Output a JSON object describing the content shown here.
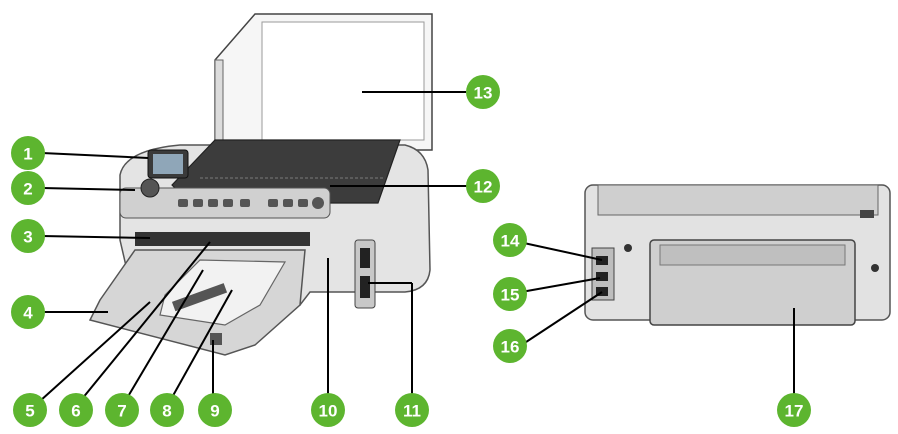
{
  "colors": {
    "callout_fill": "#5db52f",
    "callout_text": "#ffffff",
    "leader_line": "#000000",
    "printer_light": "#e6e6e6",
    "printer_mid": "#bdbdbd",
    "printer_dark": "#4a4a4a"
  },
  "callouts": [
    {
      "id": "1",
      "label": "1"
    },
    {
      "id": "2",
      "label": "2"
    },
    {
      "id": "3",
      "label": "3"
    },
    {
      "id": "4",
      "label": "4"
    },
    {
      "id": "5",
      "label": "5"
    },
    {
      "id": "6",
      "label": "6"
    },
    {
      "id": "7",
      "label": "7"
    },
    {
      "id": "8",
      "label": "8"
    },
    {
      "id": "9",
      "label": "9"
    },
    {
      "id": "10",
      "label": "10"
    },
    {
      "id": "11",
      "label": "11"
    },
    {
      "id": "12",
      "label": "12"
    },
    {
      "id": "13",
      "label": "13"
    },
    {
      "id": "14",
      "label": "14"
    },
    {
      "id": "15",
      "label": "15"
    },
    {
      "id": "16",
      "label": "16"
    },
    {
      "id": "17",
      "label": "17"
    }
  ]
}
